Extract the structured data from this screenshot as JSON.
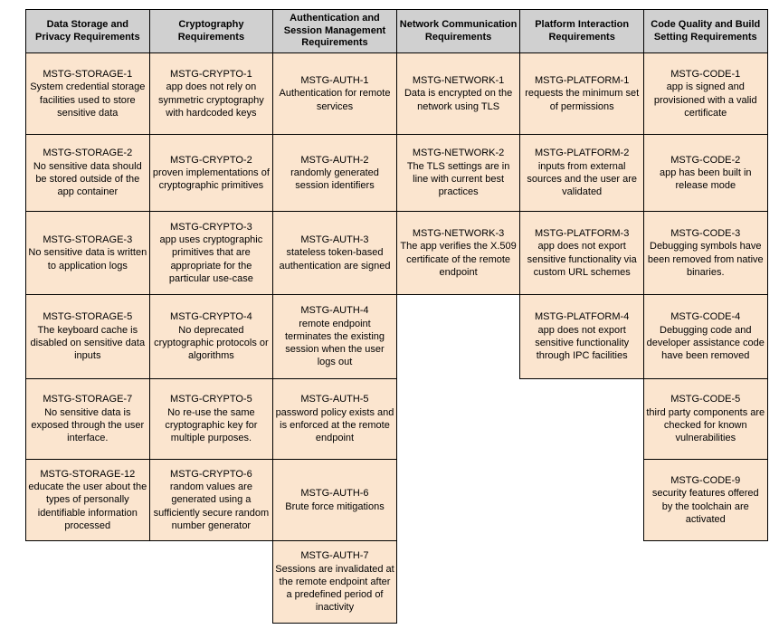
{
  "table": {
    "colors": {
      "header_bg": "#d0d0d0",
      "cell_bg": "#fbe5cf",
      "border": "#000000"
    },
    "columns": [
      {
        "header": "Data Storage and Privacy Requirements",
        "cells": [
          {
            "code": "MSTG-STORAGE-1",
            "text": "System credential storage facilities used to store sensitive data"
          },
          {
            "code": "MSTG-STORAGE-2",
            "text": "No sensitive data should be stored outside of the app container"
          },
          {
            "code": "MSTG-STORAGE-3",
            "text": "No sensitive data is written to application logs"
          },
          {
            "code": "MSTG-STORAGE-5",
            "text": "The keyboard cache is disabled on sensitive data inputs"
          },
          {
            "code": "MSTG-STORAGE-7",
            "text": "No sensitive data is exposed through the user interface."
          },
          {
            "code": "MSTG-STORAGE-12",
            "text": "educate the user about the types of personally identifiable information processed"
          }
        ]
      },
      {
        "header": "Cryptography Requirements",
        "cells": [
          {
            "code": "MSTG-CRYPTO-1",
            "text": "app does not rely on symmetric cryptography with hardcoded keys"
          },
          {
            "code": "MSTG-CRYPTO-2",
            "text": "proven implementations of cryptographic primitives"
          },
          {
            "code": "MSTG-CRYPTO-3",
            "text": "app uses cryptographic primitives that are appropriate for the particular use-case"
          },
          {
            "code": "MSTG-CRYPTO-4",
            "text": "No deprecated cryptographic protocols or algorithms"
          },
          {
            "code": "MSTG-CRYPTO-5",
            "text": "No re-use the same cryptographic key for multiple purposes."
          },
          {
            "code": "MSTG-CRYPTO-6",
            "text": "random values are generated using a sufficiently secure random number generator"
          }
        ]
      },
      {
        "header": "Authentication and Session Management Requirements",
        "cells": [
          {
            "code": "MSTG-AUTH-1",
            "text": "Authentication for remote services"
          },
          {
            "code": "MSTG-AUTH-2",
            "text": "randomly generated session identifiers"
          },
          {
            "code": "MSTG-AUTH-3",
            "text": "stateless token-based authentication are signed"
          },
          {
            "code": "MSTG-AUTH-4",
            "text": "remote endpoint terminates the existing session when the user logs out"
          },
          {
            "code": "MSTG-AUTH-5",
            "text": "password policy exists and is enforced at the remote endpoint"
          },
          {
            "code": "MSTG-AUTH-6",
            "text": "Brute force mitigations"
          },
          {
            "code": "MSTG-AUTH-7",
            "text": "Sessions are invalidated at the remote endpoint after a predefined period of inactivity"
          }
        ]
      },
      {
        "header": "Network Communication Requirements",
        "cells": [
          {
            "code": "MSTG-NETWORK-1",
            "text": "Data is encrypted on the network using TLS"
          },
          {
            "code": "MSTG-NETWORK-2",
            "text": "The TLS settings are in line with current best practices"
          },
          {
            "code": "MSTG-NETWORK-3",
            "text": "The app verifies the X.509 certificate of the remote endpoint"
          }
        ]
      },
      {
        "header": "Platform Interaction Requirements",
        "cells": [
          {
            "code": "MSTG-PLATFORM-1",
            "text": "requests the minimum set of permissions"
          },
          {
            "code": "MSTG-PLATFORM-2",
            "text": "inputs from external sources and the user are validated"
          },
          {
            "code": "MSTG-PLATFORM-3",
            "text": "app does not export sensitive functionality via custom URL schemes"
          },
          {
            "code": "MSTG-PLATFORM-4",
            "text": "app does not export sensitive functionality through IPC facilities"
          }
        ]
      },
      {
        "header": "Code Quality and Build Setting Requirements",
        "cells": [
          {
            "code": "MSTG-CODE-1",
            "text": "app is signed and provisioned with a valid certificate"
          },
          {
            "code": "MSTG-CODE-2",
            "text": "app has been built in release mode"
          },
          {
            "code": "MSTG-CODE-3",
            "text": "Debugging symbols have been removed from native binaries."
          },
          {
            "code": "MSTG-CODE-4",
            "text": "Debugging code and developer assistance code have been removed"
          },
          {
            "code": "MSTG-CODE-5",
            "text": "third party components are checked for known vulnerabilities"
          },
          {
            "code": "MSTG-CODE-9",
            "text": "security features offered by the toolchain are activated"
          }
        ]
      }
    ]
  }
}
